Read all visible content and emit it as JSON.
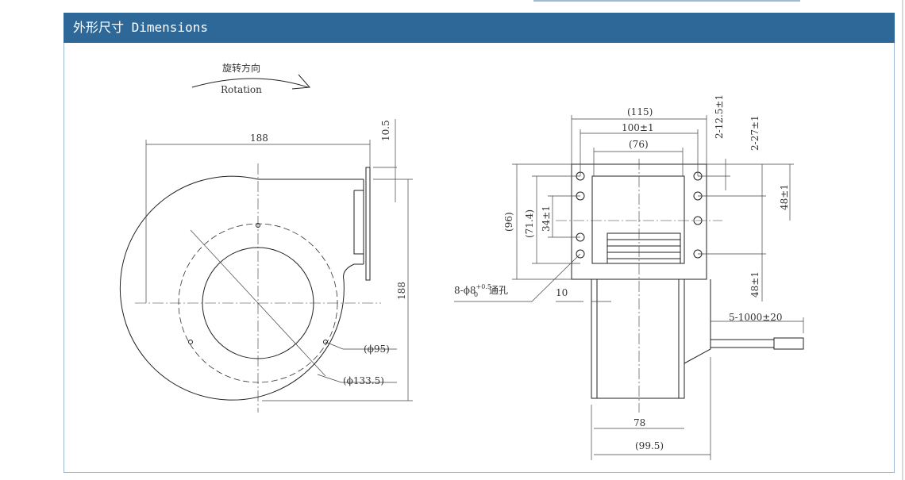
{
  "header": {
    "title": "外形尺寸 Dimensions"
  },
  "rotation": {
    "label_cn": "旋转方向",
    "label_en": "Rotation"
  },
  "side_view": {
    "width": "188",
    "flange": "10.5",
    "height": "188",
    "inner_dia": "(ϕ95)",
    "outer_dia": "(ϕ133.5)"
  },
  "front_view": {
    "overall": "(115)",
    "hole_span": "100±1",
    "inner": "(76)",
    "h96": "(96)",
    "h71": "(71.4)",
    "h34": "34±1",
    "hole_pitch_a": "2-12.5±1",
    "hole_pitch_b": "2-27±1",
    "v48a": "48±1",
    "v48b": "48±1",
    "holes": "8-ϕ8",
    "tol_up": "+0.5",
    "tol_down": "0",
    "holes_suffix": "通孔",
    "offset": "10",
    "cable": "5-1000±20",
    "body": "78",
    "depth": "(99.5)"
  }
}
